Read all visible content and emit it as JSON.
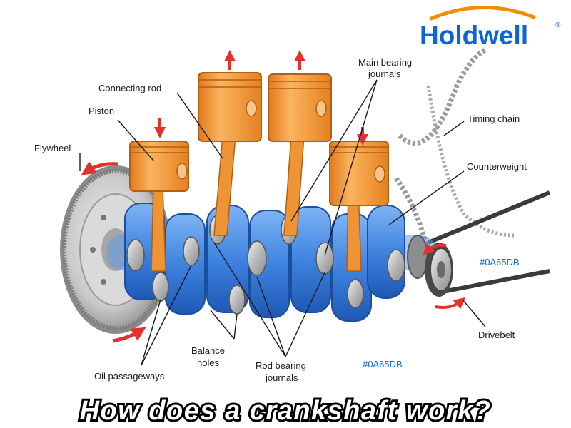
{
  "brand": {
    "name": "Holdwell",
    "registered": "®",
    "color": "#0A65DB",
    "arc_color": "#F28C00"
  },
  "headline": "How does a crankshaft work?",
  "colors": {
    "piston": "#F29A38",
    "crank_blue": "#4A8FE6",
    "crank_dark": "#1F5FBF",
    "steel": "#C8C8C8"
  },
  "labels": {
    "flywheel": "Flywheel",
    "piston": "Piston",
    "connecting_rod": "Connecting rod",
    "main_bearing_journals_1": "Main bearing",
    "main_bearing_journals_2": "journals",
    "timing_chain": "Timing chain",
    "counterweight": "Counterweight",
    "hex_right": "#0A65DB",
    "hex_bottom": "#0A65DB",
    "drivebelt": "Drivebelt",
    "balance_holes_1": "Balance",
    "balance_holes_2": "holes",
    "rod_bearing_journals_1": "Rod bearing",
    "rod_bearing_journals_2": "journals",
    "oil_passageways": "Oil passageways"
  }
}
